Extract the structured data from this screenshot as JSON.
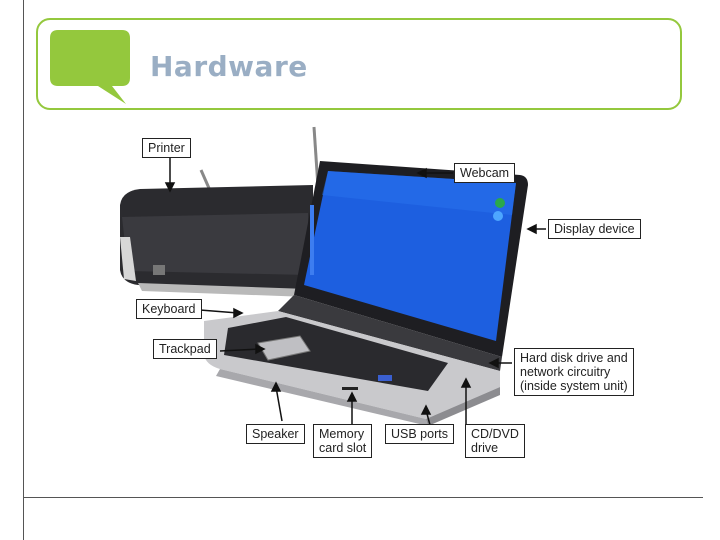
{
  "slide": {
    "title": "Hardware"
  },
  "figure": {
    "labels": {
      "printer": "Printer",
      "webcam": "Webcam",
      "display_device": "Display device",
      "keyboard": "Keyboard",
      "trackpad": "Trackpad",
      "hard_disk": "Hard disk drive and\nnetwork circuitry\n(inside system unit)",
      "speaker": "Speaker",
      "memory_card_slot": "Memory\ncard slot",
      "usb_ports": "USB ports",
      "cd_dvd_drive": "CD/DVD\ndrive"
    }
  },
  "colors": {
    "accent_green": "#94c83d",
    "title_color": "#9aaec4",
    "screen_blue": "#1d5fe0"
  }
}
